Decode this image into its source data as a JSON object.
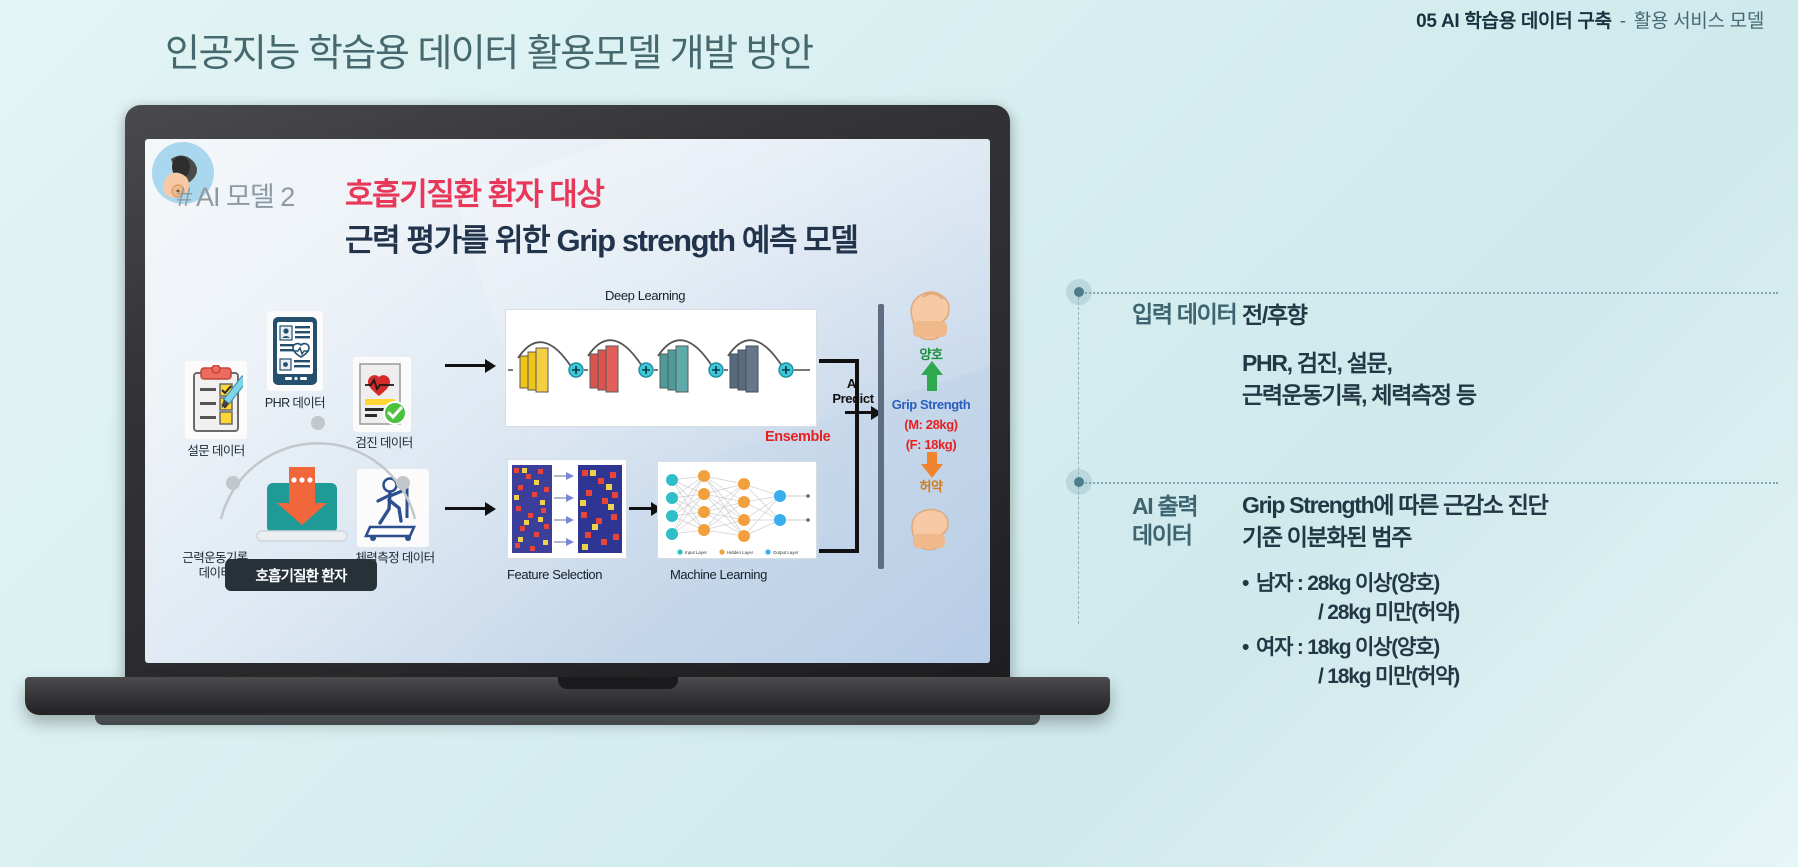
{
  "header": {
    "number_title": "05 AI 학습용 데이터 구축",
    "dash": "-",
    "subtitle": "활용 서비스 모델"
  },
  "page_title": "인공지능 학습용 데이터 활용모델 개발 방안",
  "slide": {
    "tag": "# AI 모델 2",
    "heading_red": "호흡기질환 환자 대상",
    "heading_dark": "근력 평가를 위한 Grip strength 예측 모델",
    "diagram": {
      "inputs": [
        {
          "label": "설문 데이터",
          "icon": "clipboard-icon"
        },
        {
          "label": "PHR 데이터",
          "icon": "tablet-icon"
        },
        {
          "label": "검진 데이터",
          "icon": "medical-report-icon"
        },
        {
          "label": "근력운동기록\n데이터",
          "icon": "ear-device-icon"
        },
        {
          "label": "체력측정 데이터",
          "icon": "treadmill-icon"
        }
      ],
      "input_line1": "근력운동기록",
      "input_line2": "데이터",
      "patient_label": "호흡기질환 환자",
      "deep_learning_title": "Deep Learning",
      "feature_selection_title": "Feature Selection",
      "machine_learning_title": "Machine Learning",
      "ensemble_label": "Ensemble",
      "ai_predict_line1": "AI",
      "ai_predict_line2": "Predict",
      "nn_layer_labels": [
        "Input Layer",
        "Hidden Layer",
        "Output Layer"
      ],
      "result": {
        "good": "양호",
        "grip_strength": "Grip Strength",
        "male_value": "(M: 28kg)",
        "female_value": "(F: 18kg)",
        "weak": "허약"
      }
    }
  },
  "info_panel": {
    "rows": [
      {
        "label": "입력 데이터",
        "value_line1": "전/후향",
        "value_line2": "PHR, 검진, 설문,",
        "value_line3": "근력운동기록, 체력측정 등"
      },
      {
        "label_line1": "AI 출력",
        "label_line2": "데이터",
        "value_line1": "Grip Strength에 따른 근감소 진단",
        "value_line2": "기준 이분화된 범주",
        "bullets": [
          {
            "main": "남자 : 28kg 이상(양호)",
            "sub": "/ 28kg 미만(허약)"
          },
          {
            "main": "여자 : 18kg 이상(양호)",
            "sub": "/ 18kg 미만(허약)"
          }
        ]
      }
    ]
  },
  "colors": {
    "background": "#e3f4f4",
    "accent_red": "#e8385a",
    "dark_navy": "#21344c",
    "teal_label": "#3d6470",
    "ensemble_red": "#e8201f",
    "good_green": "#1c8f3c",
    "weak_orange": "#d07c1a",
    "grip_blue": "#2a5fbd"
  }
}
